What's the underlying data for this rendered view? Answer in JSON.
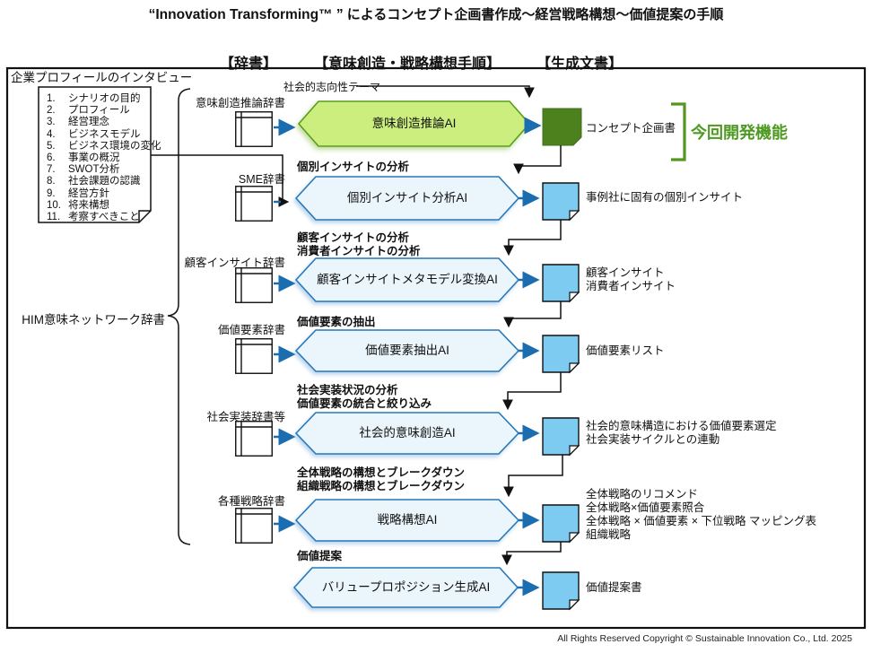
{
  "title": {
    "en": "“Innovation Transforming™ ”",
    "jp": " によるコンセプト企画書作成～経営戦略構想～価値提案の手順"
  },
  "headers": {
    "dictionary": "【辞書】",
    "process": "【意味創造・戦略構想手順】",
    "documents": "【生成文書】"
  },
  "interview": {
    "title": "企業プロフィールのインタビュー",
    "items": [
      {
        "n": "1.",
        "t": "シナリオの目的"
      },
      {
        "n": "2.",
        "t": "プロフィール"
      },
      {
        "n": "3.",
        "t": "経営理念"
      },
      {
        "n": "4.",
        "t": "ビジネスモデル"
      },
      {
        "n": "5.",
        "t": "ビジネス環境の変化"
      },
      {
        "n": "6.",
        "t": "事業の概況"
      },
      {
        "n": "7.",
        "t": "SWOT分析"
      },
      {
        "n": "8.",
        "t": "社会課題の認識"
      },
      {
        "n": "9.",
        "t": "経営方針"
      },
      {
        "n": "10.",
        "t": "将来構想"
      },
      {
        "n": "11.",
        "t": "考察すべきこと"
      }
    ]
  },
  "him_label": "HIM意味ネットワーク辞書",
  "theme_label": "社会的志向性テーマ",
  "develop_label": "今回開発機能",
  "rows": [
    {
      "dict": "意味創造推論辞書",
      "hex": "意味創造推論AI",
      "steps": [],
      "outputs": [
        "コンセプト企画書"
      ]
    },
    {
      "dict": "SME辞書",
      "hex": "個別インサイト分析AI",
      "steps": [
        "個別インサイトの分析"
      ],
      "outputs": [
        "事例社に固有の個別インサイト"
      ]
    },
    {
      "dict": "顧客インサイト辞書",
      "hex": "顧客インサイトメタモデル変換AI",
      "steps": [
        "顧客インサイトの分析",
        "消費者インサイトの分析"
      ],
      "outputs": [
        "顧客インサイト",
        "消費者インサイト"
      ]
    },
    {
      "dict": "価値要素辞書",
      "hex": "価値要素抽出AI",
      "steps": [
        "価値要素の抽出"
      ],
      "outputs": [
        "価値要素リスト"
      ]
    },
    {
      "dict": "社会実装辞書等",
      "hex": "社会的意味創造AI",
      "steps": [
        "社会実装状況の分析",
        "価値要素の統合と絞り込み"
      ],
      "outputs": [
        "社会的意味構造における価値要素選定",
        "社会実装サイクルとの連動"
      ]
    },
    {
      "dict": "各種戦略辞書",
      "hex": "戦略構想AI",
      "steps": [
        "全体戦略の構想とブレークダウン",
        "組織戦略の構想とブレークダウン"
      ],
      "outputs": [
        "全体戦略のリコメンド",
        "全体戦略×価値要素照合",
        "全体戦略 × 価値要素 × 下位戦略 マッピング表",
        "組織戦略"
      ]
    },
    {
      "dict": null,
      "hex": "バリュープロポジション生成AI",
      "steps": [
        "価値提案"
      ],
      "outputs": [
        "価値提案書"
      ]
    }
  ],
  "footer": "All Rights Reserved Copyright © Sustainable Innovation  Co., Ltd.  2025",
  "colors": {
    "green_hex_fill": "#cbee7f",
    "green_hex_stroke": "#5a9e1e",
    "green_doc_fill": "#4c811e",
    "blue_hex_fill": "#ebf5fc",
    "blue_hex_stroke": "#2778b8",
    "blue_doc_fill": "#7ecbf2",
    "arrow_blue": "#1b6db0",
    "accent_green": "#4d9921"
  }
}
